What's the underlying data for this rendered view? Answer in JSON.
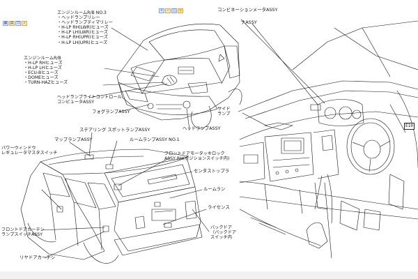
{
  "toolbar_left": [
    "print-icon",
    "save-icon",
    "copy-icon",
    "zoom-icon"
  ],
  "toolbar_mid": [
    "zoom-in-icon",
    "zoom-out-icon",
    "fit-icon",
    "hand-icon"
  ],
  "labels": {
    "engine_rb3_block": [
      "エンジンルームR/B  NO.3",
      "・ヘッドランプリレー",
      "・ヘッドランプディマリレー",
      "・H-LP  RH(LWR)ヒューズ",
      "・H-LP  LH(LWR)ヒューズ",
      "・H-LP  RH(UPR)ヒューズ",
      "・H-LP  LH(UPR)ヒューズ"
    ],
    "engine_rb_block": [
      "エンジンルームR/B",
      "・H-LP  RHヒューズ",
      "・H-LP  LHヒューズ",
      "・ECU-Bヒューズ",
      "・DOMEヒューズ",
      "・TURN-HAZヒューズ"
    ],
    "headlamp_leveling": [
      "ヘッドランプライトコントロール",
      "コンピュータASSY"
    ],
    "fog_lamp": "フォグランプASSY",
    "headlamp": "ヘッドランプASSY",
    "combination_meter": "コンビネーションメータASSY",
    "na_assy": "ナASSY",
    "side_lamp": [
      "サイド",
      "ランプ"
    ],
    "box_tag": "E10",
    "steering_spot": "ステアリング  スポットランプASSY",
    "map_lamp": "マップランプASSY",
    "room_lamp_1": "ルームランプASSY  NO.1",
    "power_window": [
      "パワーウィンドウ",
      "レギュレータマスタスイッチ"
    ],
    "front_door_lock": [
      "フロントドアモータッキロック",
      "ASSY  RH(ポジションスイッチ内)"
    ],
    "center_stop": "センタストップラ",
    "room_lamp_r": "ルームラン",
    "license": "ライセンス",
    "back_door": [
      "バックドア",
      "（バックドア",
      "スイッチ内"
    ],
    "front_door_courtesy": [
      "フロントドアカーテシ",
      "ランプスイッチASSY"
    ],
    "rear_door_courtesy": "リヤドアカーテシ"
  }
}
